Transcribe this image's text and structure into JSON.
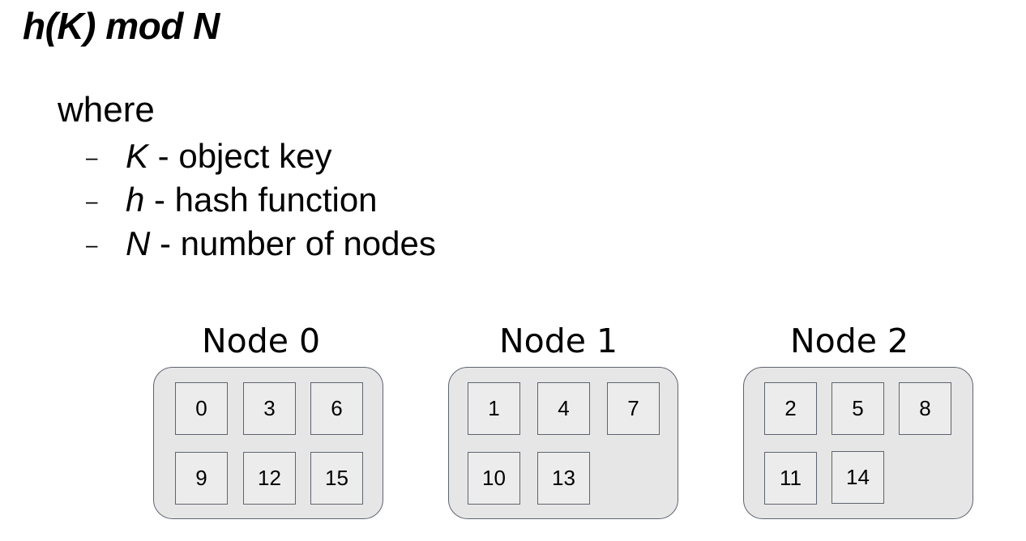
{
  "title": "h(K) mod N",
  "where": "where",
  "definitions": [
    {
      "dash": "–",
      "symbol": "K",
      "text": " - object key"
    },
    {
      "dash": "–",
      "symbol": "h",
      "text": " - hash function"
    },
    {
      "dash": "–",
      "symbol": "N",
      "text": " - number of nodes"
    }
  ],
  "nodes": [
    {
      "label": "Node 0",
      "keys": [
        "0",
        "3",
        "6",
        "9",
        "12",
        "15"
      ]
    },
    {
      "label": "Node 1",
      "keys": [
        "1",
        "4",
        "7",
        "10",
        "13"
      ]
    },
    {
      "label": "Node 2",
      "keys": [
        "2",
        "5",
        "8",
        "11",
        "14"
      ]
    }
  ]
}
